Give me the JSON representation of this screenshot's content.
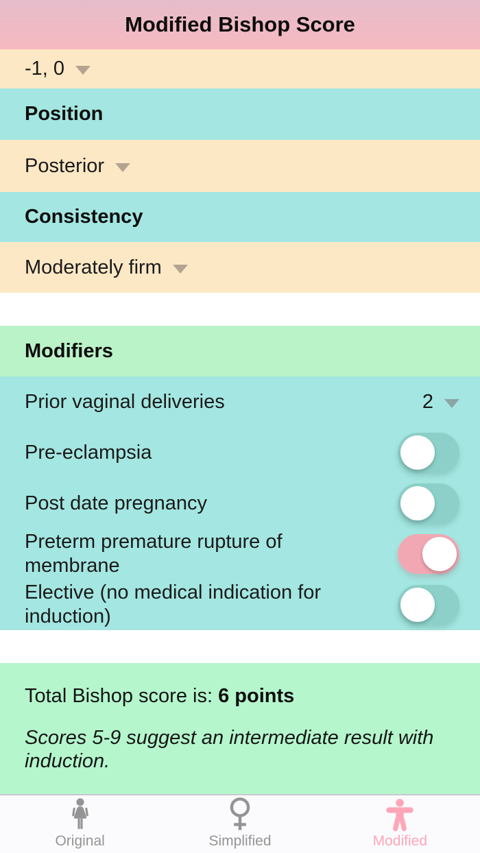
{
  "header": {
    "title": "Modified Bishop Score"
  },
  "colors": {
    "header_gradient_top": "#e5bdcb",
    "header_gradient_bottom": "#f7b9c0",
    "peach_row": "#fde8c6",
    "teal_band": "#a4e6e1",
    "green_header": "#bbf3c8",
    "green_result": "#b5f6cd",
    "toggle_off_track": "#8dd0ca",
    "toggle_on_track": "#f2a8b3",
    "tab_gray": "#949494",
    "tab_pink": "#ffa6b8"
  },
  "station": {
    "value": "-1, 0",
    "icon": "chevron-down-icon"
  },
  "position": {
    "header": "Position",
    "value": "Posterior",
    "icon": "chevron-down-icon"
  },
  "consistency": {
    "header": "Consistency",
    "value": "Moderately firm",
    "icon": "chevron-down-icon"
  },
  "modifiers": {
    "header": "Modifiers",
    "prior": {
      "label": "Prior vaginal deliveries",
      "value": "2",
      "icon": "chevron-down-icon"
    },
    "toggles": [
      {
        "label": "Pre-eclampsia",
        "on": false
      },
      {
        "label": "Post date pregnancy",
        "on": false
      },
      {
        "label": "Preterm premature rupture of membrane",
        "on": true
      },
      {
        "label": "Elective (no medical indication for induction)",
        "on": false
      }
    ]
  },
  "result": {
    "prefix": "Total Bishop score is: ",
    "score": "6 points",
    "note": "Scores 5-9 suggest an intermediate result with induction."
  },
  "tabbar": {
    "tabs": [
      {
        "label": "Original",
        "icon": "woman-icon",
        "selected": false
      },
      {
        "label": "Simplified",
        "icon": "female-symbol-icon",
        "selected": false
      },
      {
        "label": "Modified",
        "icon": "person-arms-out-icon",
        "selected": true
      }
    ]
  }
}
